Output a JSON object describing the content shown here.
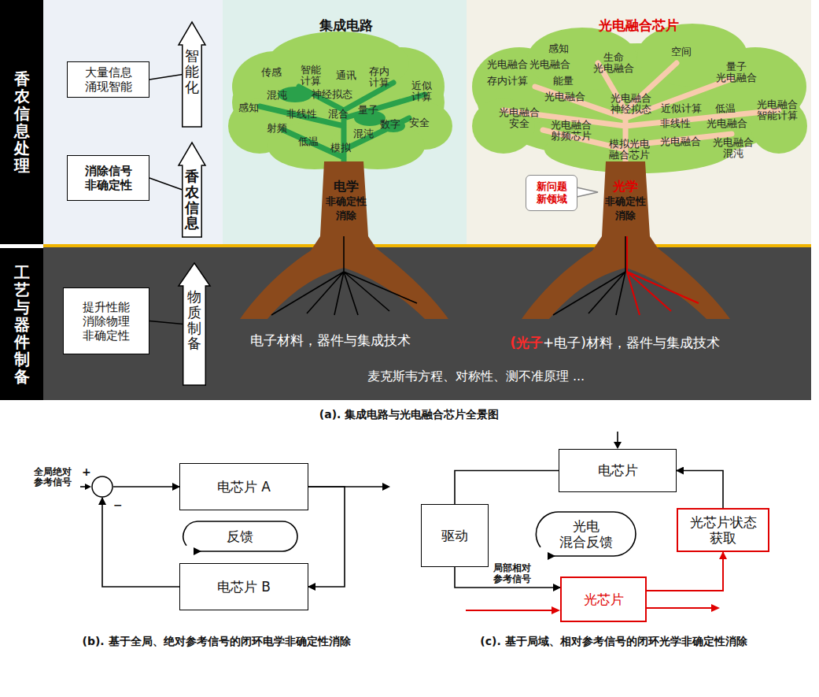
{
  "diagram": {
    "nodes": [
      {
        "text": [
          "香农信息处理"
        ]
      },
      {
        "text": [
          "工艺与器件制备"
        ]
      },
      {
        "text": [
          "大量信息 涌现智能"
        ]
      },
      {
        "text": [
          "智能化"
        ]
      },
      {
        "text": [
          "消除信号 非确定性"
        ]
      },
      {
        "text": [
          "香农信息"
        ]
      },
      {
        "text": [
          "提升性能 消除物理 非确定性"
        ]
      },
      {
        "text": [
          "物质制备"
        ]
      },
      {
        "text": [
          "新问题 新领域"
        ]
      },
      {
        "text": [
          "+",
          "−"
        ]
      },
      {
        "text": [
          "电芯片 A"
        ]
      },
      {
        "text": [
          "反馈"
        ]
      },
      {
        "text": [
          "电芯片 B"
        ]
      },
      {
        "text": [
          "电芯片"
        ]
      },
      {
        "text": [
          "驱动"
        ]
      },
      {
        "text": [
          "光电 混合反馈"
        ]
      },
      {
        "text": [
          "光芯片状态 获取"
        ]
      },
      {
        "text": [
          "光芯片"
        ]
      }
    ],
    "edges": [
      {
        "from": 2,
        "to": 3,
        "arrow": "none"
      },
      {
        "from": 4,
        "to": 5,
        "arrow": "none"
      },
      {
        "from": 6,
        "to": 7,
        "arrow": "none"
      },
      {
        "from": 9,
        "to": 10,
        "arrow": "to"
      },
      {
        "from": 10,
        "to": 12,
        "arrow": "to"
      },
      {
        "from": 12,
        "to": 9,
        "arrow": "to"
      },
      {
        "from": 13,
        "to": 14,
        "arrow": "none"
      },
      {
        "from": 14,
        "to": 17,
        "label": "局部相对 参考信号",
        "arrow": "to"
      },
      {
        "from": 17,
        "to": 16,
        "arrow": "to"
      },
      {
        "from": 16,
        "to": 13,
        "arrow": "to"
      }
    ],
    "labels": [
      "集成电路",
      "光电融合芯片",
      "传感",
      "智能 计算",
      "通讯",
      "存内 计算",
      "近似 计算",
      "感知",
      "混沌",
      "神经拟态",
      "非线性",
      "混合",
      "量子",
      "射频",
      "混沌",
      "数字",
      "安全",
      "低温",
      "模拟",
      "电学",
      "非确定性",
      "消除",
      "感知",
      "光电融合",
      "光电融合",
      "存内计算",
      "能量",
      "光电融合",
      "生命 光电融合",
      "空间",
      "量子 光电融合",
      "光电融合 神经拟态",
      "光电融合 安全",
      "光电融合 射频芯片",
      "模拟光电 融合芯片",
      "近似计算",
      "非线性",
      "低温",
      "光电融合 智能计算",
      "光电融合",
      "光电融合",
      "光电融合 混沌",
      "光学",
      "非确定性",
      "消除",
      "电子材料，器件与集成技术",
      "(光子",
      "+电子)材料，器件与集成技术",
      "麦克斯韦方程、对称性、测不准原理 ...",
      "(a). 集成电路与光电融合芯片全景图",
      "全局绝对 参考信号",
      "(b). 基于全局、绝对参考信号的闭环电学非确定性消除",
      "(c). 基于局域、相对参考信号的闭环光学非确定性消除"
    ]
  }
}
